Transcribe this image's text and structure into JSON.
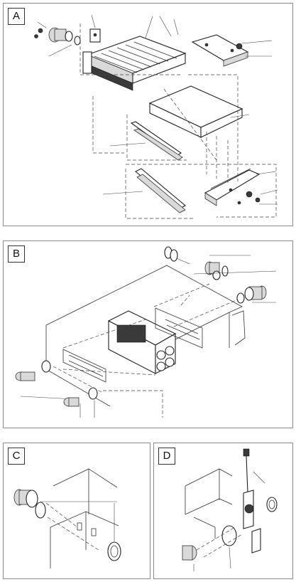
{
  "panels": {
    "a": {
      "label": "A"
    },
    "b": {
      "label": "B"
    },
    "c": {
      "label": "C"
    },
    "d": {
      "label": "D"
    }
  }
}
